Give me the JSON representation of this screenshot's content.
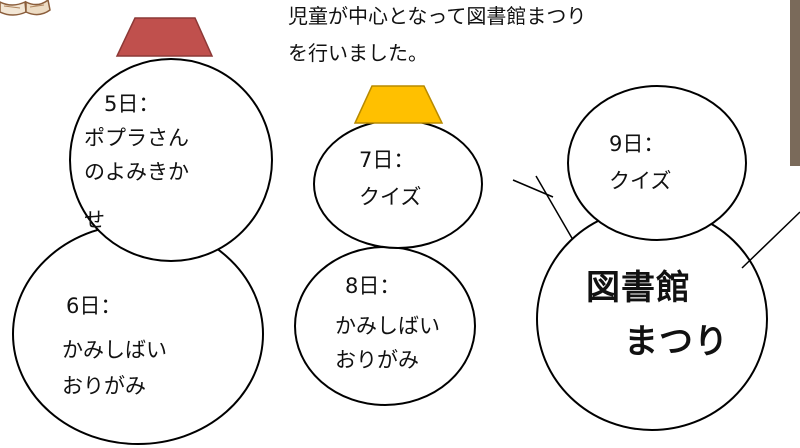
{
  "intro": {
    "line1": "児童が中心となって図書館まつり",
    "line2": "を行いました。"
  },
  "events": [
    {
      "day": "5日：",
      "lines": [
        "ポプラさん",
        "のよみきか",
        "せ"
      ]
    },
    {
      "day": "6日：",
      "lines": [
        "かみしばい",
        "おりがみ"
      ]
    },
    {
      "day": "7日：",
      "lines": [
        "クイズ"
      ]
    },
    {
      "day": "8日：",
      "lines": [
        "かみしばい",
        "おりがみ"
      ]
    },
    {
      "day": "9日：",
      "lines": [
        "クイズ"
      ]
    }
  ],
  "title": {
    "line1": "図書館",
    "line2": "まつり"
  },
  "colors": {
    "hat_red": "#c0504d",
    "hat_yellow": "#ffc000",
    "stroke": "#000000"
  },
  "icons": {
    "book": "open-book-icon",
    "photo": "photo-thumbnail"
  }
}
